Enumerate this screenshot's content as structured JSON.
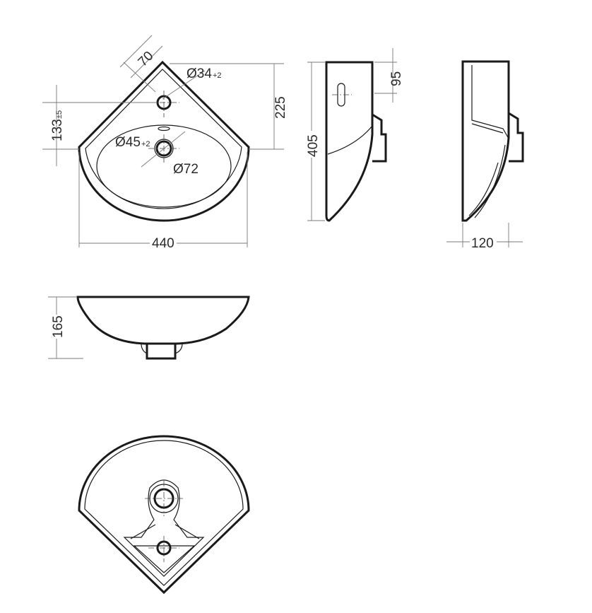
{
  "dimensions": {
    "top_view": {
      "overflow_offset": "70",
      "tap_hole": "Ø34",
      "tap_hole_tol": "+2",
      "depth": "225",
      "hole_distance": "133",
      "hole_distance_tol": "±5",
      "drain": "Ø45",
      "drain_tol": "+2",
      "drain_outer": "Ø72",
      "width": "440"
    },
    "side_view": {
      "height": "405",
      "bracket_offset": "95"
    },
    "section_view": {
      "depth": "120"
    },
    "front_view": {
      "height": "165"
    }
  }
}
